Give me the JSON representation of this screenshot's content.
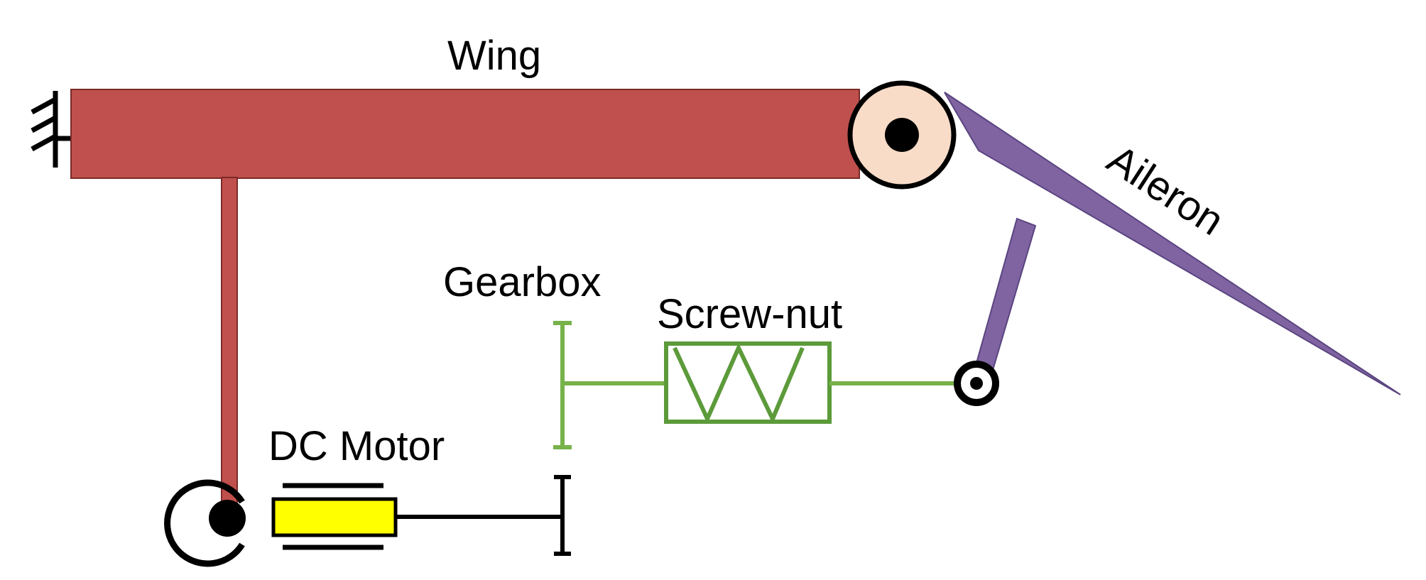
{
  "labels": {
    "wing": "Wing",
    "aileron": "Aileron",
    "gearbox": "Gearbox",
    "screw_nut": "Screw-nut",
    "dc_motor": "DC Motor"
  },
  "colors": {
    "wing": "#c0504d",
    "aileron": "#8064a2",
    "hinge": "#f8dcc8",
    "transmission": "#77b24a",
    "motor": "#ffff00",
    "ink": "#000000"
  }
}
